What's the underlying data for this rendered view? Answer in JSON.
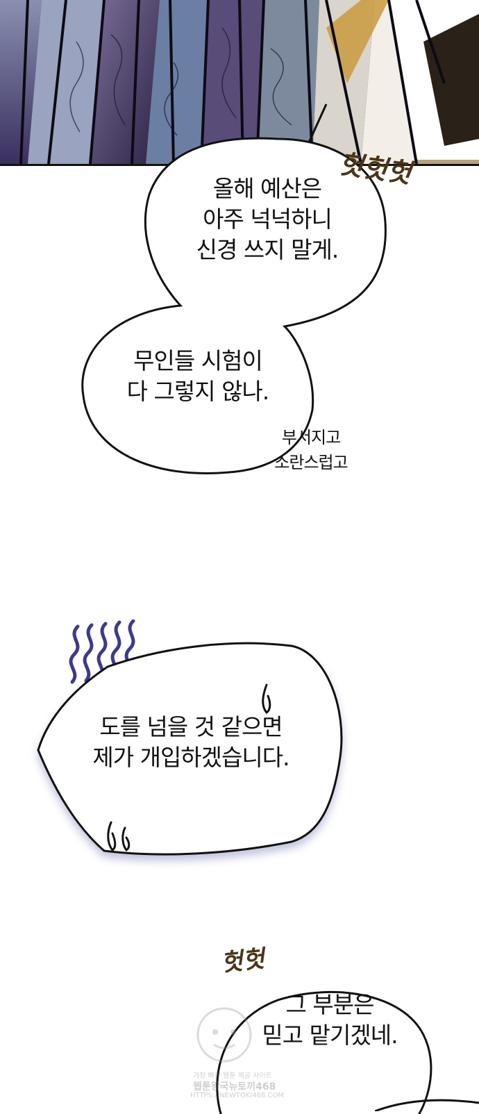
{
  "bubbles": [
    {
      "lines": [
        "올해 예산은",
        "아주 넉넉하니",
        "신경 쓰지 말게."
      ]
    },
    {
      "lines": [
        "무인들 시험이",
        "다 그렇지 않나."
      ]
    },
    {
      "lines": [
        "도를 넘을 것 같으면",
        "제가 개입하겠습니다."
      ]
    },
    {
      "lines": [
        "그 부분은",
        "믿고 맡기겠네."
      ]
    }
  ],
  "sfx": {
    "laugh_top": "헛헛헛",
    "laugh_bottom": "헛헛"
  },
  "aside": {
    "lines": [
      "부서지고",
      "소란스럽고"
    ]
  },
  "watermark": {
    "line1": "가장 빠른 웹툰 제공 사이트",
    "line2": "웹툰왕국뉴토끼468",
    "line3": "HTTPS://NEWTOKI468.COM"
  },
  "colors": {
    "sfx_brown": "#4a3516",
    "nervous_lines": "#3b3a8c",
    "art_dark": "#2a2840",
    "art_purple": "#6e5f86"
  },
  "icons": [
    "nervous-squiggle-icon",
    "sweat-drop-icon"
  ]
}
